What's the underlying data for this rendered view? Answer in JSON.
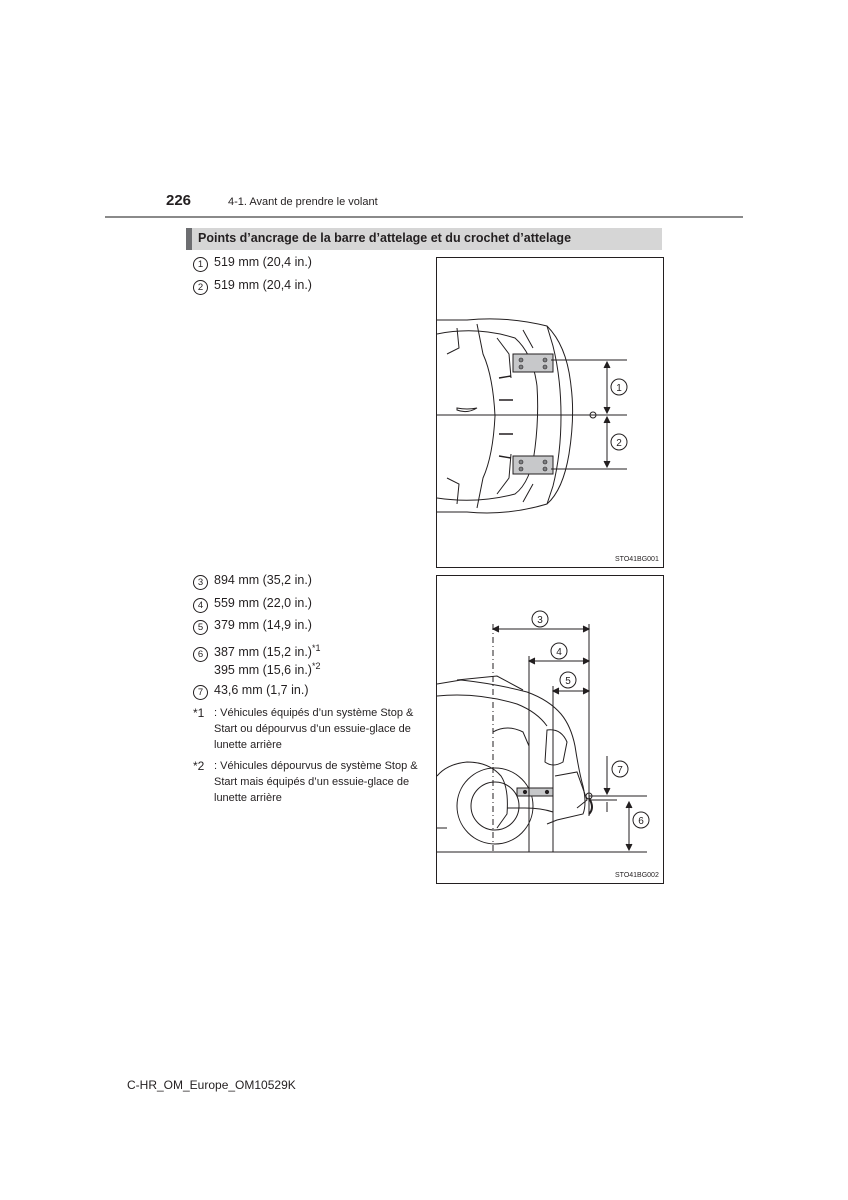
{
  "header": {
    "page_number": "226",
    "section": "4-1. Avant de prendre le volant"
  },
  "heading": "Points d’ancrage de la barre d’attelage et du crochet d’attelage",
  "items_top": [
    {
      "num": "1",
      "text": "519 mm (20,4 in.)"
    },
    {
      "num": "2",
      "text": "519 mm (20,4 in.)"
    }
  ],
  "items_bottom": [
    {
      "num": "3",
      "text": "894 mm (35,2 in.)"
    },
    {
      "num": "4",
      "text": "559 mm (22,0 in.)"
    },
    {
      "num": "5",
      "text": "379 mm (14,9 in.)"
    },
    {
      "num": "6",
      "text": "387 mm (15,2 in.)",
      "note": "*1",
      "text2": "395 mm (15,6 in.)",
      "note2": "*2"
    },
    {
      "num": "7",
      "text": "43,6 mm (1,7 in.)"
    }
  ],
  "footnotes": [
    {
      "mark": "*1",
      "text": ": Véhicules équipés d’un système Stop & Start ou dépourvus d’un essuie-glace de lunette arrière"
    },
    {
      "mark": "*2",
      "text": ": Véhicules dépourvus de système Stop & Start mais équipés d’un essuie-glace de lunette arrière"
    }
  ],
  "figures": {
    "top": {
      "code": "STO41BG001",
      "callouts": [
        "1",
        "2"
      ]
    },
    "bottom": {
      "code": "STO41BG002",
      "callouts": [
        "3",
        "4",
        "5",
        "7",
        "6"
      ]
    }
  },
  "footer": "C-HR_OM_Europe_OM10529K"
}
